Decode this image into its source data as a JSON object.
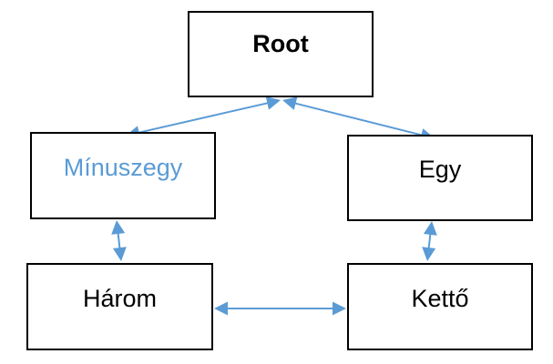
{
  "diagram": {
    "nodes": [
      {
        "id": "root",
        "label": "Root",
        "color": "#000000"
      },
      {
        "id": "minuszegy",
        "label": "Mínuszegy",
        "color": "#5b9bd5"
      },
      {
        "id": "egy",
        "label": "Egy",
        "color": "#000000"
      },
      {
        "id": "harom",
        "label": "Három",
        "color": "#000000"
      },
      {
        "id": "ketto",
        "label": "Kettő",
        "color": "#000000"
      }
    ],
    "edges": [
      {
        "from": "root",
        "to": "minuszegy",
        "direction": "both"
      },
      {
        "from": "root",
        "to": "egy",
        "direction": "both"
      },
      {
        "from": "minuszegy",
        "to": "harom",
        "direction": "both"
      },
      {
        "from": "egy",
        "to": "ketto",
        "direction": "both"
      },
      {
        "from": "harom",
        "to": "ketto",
        "direction": "both"
      }
    ],
    "edge_color": "#5b9bd5"
  }
}
